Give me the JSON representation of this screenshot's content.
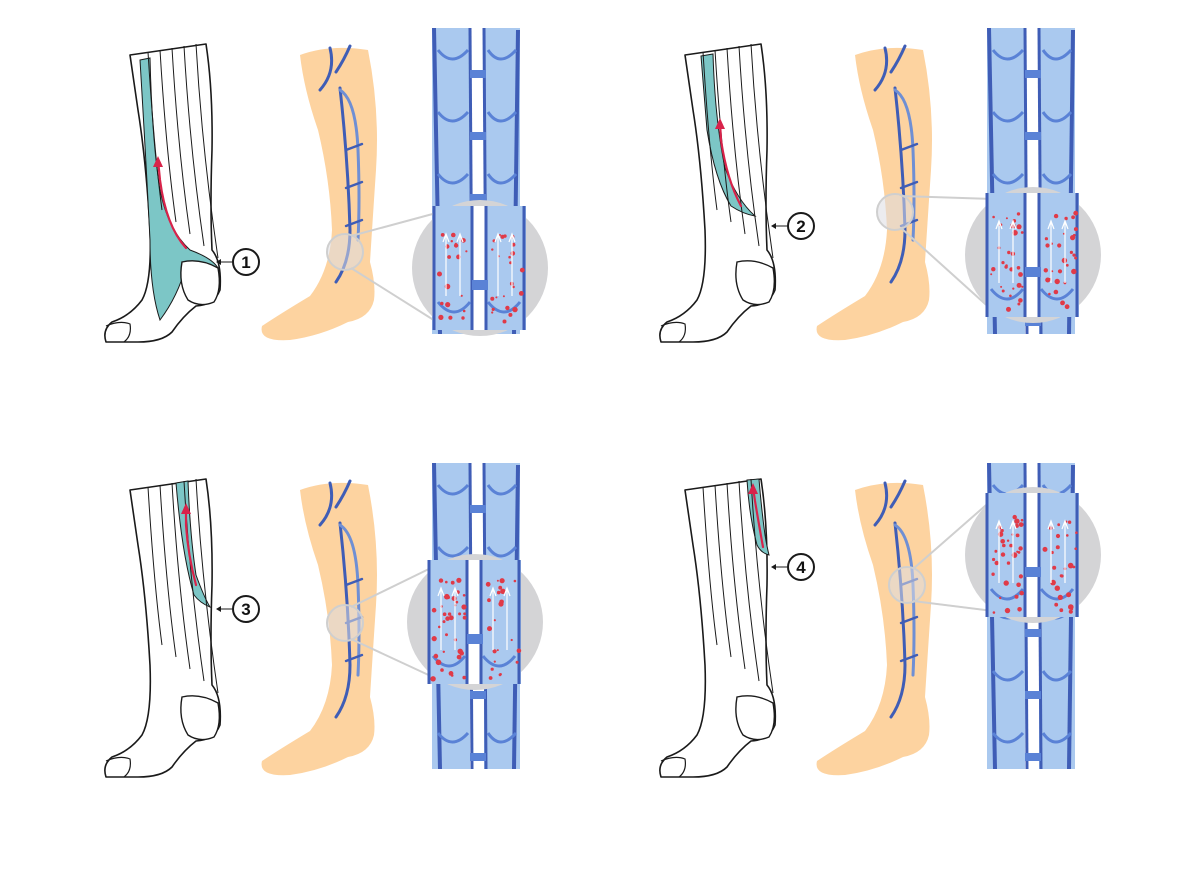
{
  "colors": {
    "sock_outline": "#1a1a1a",
    "sock_fill": "#ffffff",
    "sock_compression": "#7cc6c6",
    "arrow": "#d8234a",
    "leg_skin": "#fdd3a0",
    "vein_dark": "#3f5db6",
    "vein_mid": "#6f8fd4",
    "vein_light": "#aac9ef",
    "vein_blue": "#5a82d6",
    "magnifier": "#cfcfcf",
    "blood": "#e03a48"
  },
  "panels": [
    {
      "step": "1",
      "compression_zone": "ankle",
      "flow_state": "pooled"
    },
    {
      "step": "2",
      "compression_zone": "lower-calf",
      "flow_state": "rising"
    },
    {
      "step": "3",
      "compression_zone": "mid-calf",
      "flow_state": "rising"
    },
    {
      "step": "4",
      "compression_zone": "upper-calf",
      "flow_state": "rising"
    }
  ]
}
